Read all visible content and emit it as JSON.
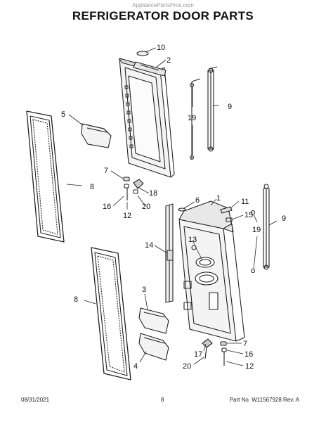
{
  "watermark": "AppliancePartsPros.com",
  "title": "REFRIGERATOR DOOR PARTS",
  "callouts": [
    {
      "id": "c10a",
      "label": "10"
    },
    {
      "id": "c2",
      "label": "2"
    },
    {
      "id": "c9a",
      "label": "9"
    },
    {
      "id": "c19a",
      "label": "19"
    },
    {
      "id": "c5",
      "label": "5"
    },
    {
      "id": "c8a",
      "label": "8"
    },
    {
      "id": "c7a",
      "label": "7"
    },
    {
      "id": "c18",
      "label": "18"
    },
    {
      "id": "c16a",
      "label": "16"
    },
    {
      "id": "c12a",
      "label": "12"
    },
    {
      "id": "c20a",
      "label": "20"
    },
    {
      "id": "c6",
      "label": "6"
    },
    {
      "id": "c1",
      "label": "1"
    },
    {
      "id": "c11",
      "label": "11"
    },
    {
      "id": "c15",
      "label": "15"
    },
    {
      "id": "c9b",
      "label": "9"
    },
    {
      "id": "c19b",
      "label": "19"
    },
    {
      "id": "c14",
      "label": "14"
    },
    {
      "id": "c13",
      "label": "13"
    },
    {
      "id": "c8b",
      "label": "8"
    },
    {
      "id": "c3",
      "label": "3"
    },
    {
      "id": "c4",
      "label": "4"
    },
    {
      "id": "c7b",
      "label": "7"
    },
    {
      "id": "c16b",
      "label": "16"
    },
    {
      "id": "c17",
      "label": "17"
    },
    {
      "id": "c20b",
      "label": "20"
    },
    {
      "id": "c12b",
      "label": "12"
    }
  ],
  "footer": {
    "date": "08/31/2021",
    "page": "8",
    "part_no": "Part No. W11567928  Rev. A"
  }
}
